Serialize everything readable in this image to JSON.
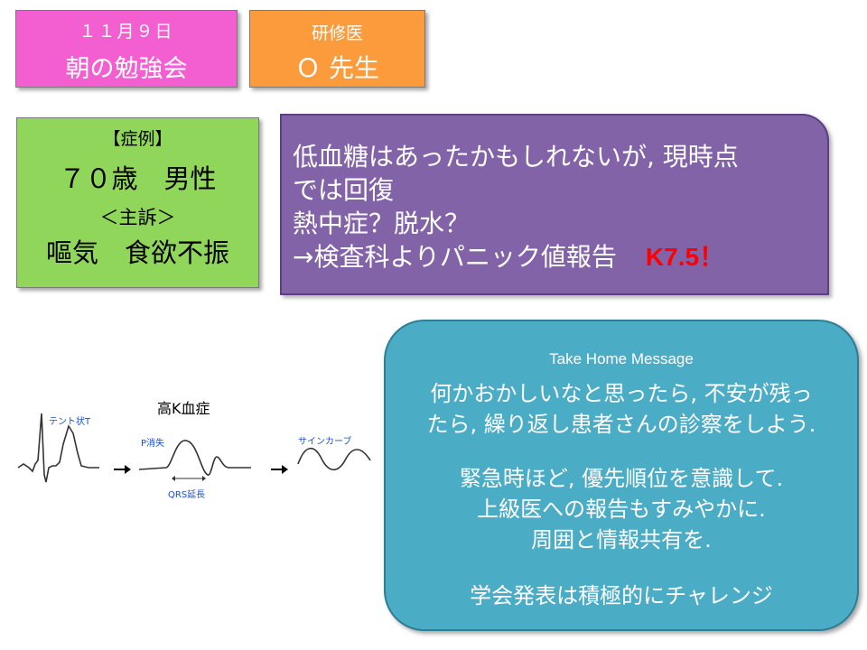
{
  "header": {
    "date": "１１月９日",
    "event": "朝の勉強会",
    "role": "研修医",
    "doctor": "Ｏ 先生"
  },
  "case": {
    "heading": "【症例】",
    "patient": "７０歳　男性",
    "complaint_heading": "＜主訴＞",
    "complaint": "嘔気　食欲不振"
  },
  "note": {
    "lines": [
      "低血糖はあったかもしれないが, 現時点",
      "では回復",
      "熱中症？脱水？",
      "→検査科よりパニック値報告"
    ],
    "alert": "K7.5！",
    "alert_color": "#ff0000"
  },
  "ecg": {
    "title": "高K血症",
    "label_tent": "テント状T",
    "label_p": "P消失",
    "label_qrs": "QRS延長",
    "label_sine": "サインカーブ"
  },
  "message": {
    "title": "Take Home Message",
    "lines": [
      "何かおかしいなと思ったら, 不安が残っ",
      "たら, 繰り返し患者さんの診察をしよう.",
      "緊急時ほど, 優先順位を意識して.",
      "上級医への報告もすみやかに.",
      "周囲と情報共有を.",
      "学会発表は積極的にチャレンジ"
    ]
  },
  "colors": {
    "date_box": "#f35fd1",
    "doctor_box": "#fb9b3c",
    "case_box": "#8fd65a",
    "note_box": "#8363a8",
    "message_box": "#4bacc6"
  }
}
